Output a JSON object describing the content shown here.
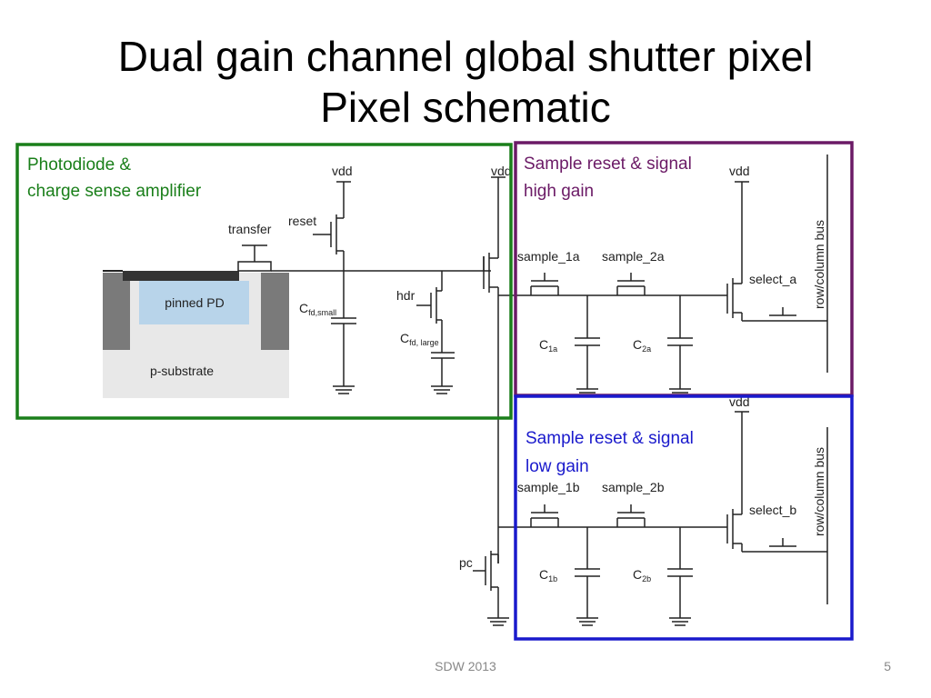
{
  "slide": {
    "title_line1": "Dual gain channel global shutter pixel",
    "title_line2": "Pixel schematic",
    "footer_center": "SDW 2013",
    "page_number": "5"
  },
  "sections": {
    "photodiode": {
      "line1": "Photodiode &",
      "line2": "charge sense amplifier",
      "color": "#1a7f1a"
    },
    "high_gain": {
      "line1": "Sample reset & signal",
      "line2": "high gain",
      "color": "#6b1a66"
    },
    "low_gain": {
      "line1": "Sample reset & signal",
      "line2": "low gain",
      "color": "#1a1acc"
    }
  },
  "labels": {
    "vdd_1": "vdd",
    "vdd_2": "vdd",
    "vdd_3": "vdd",
    "vdd_4": "vdd",
    "reset": "reset",
    "transfer": "transfer",
    "pinned_pd": "pinned PD",
    "p_substrate": "p-substrate",
    "hdr": "hdr",
    "c_small_main": "C",
    "c_small_sub": "fd,small",
    "c_large_main": "C",
    "c_large_sub": "fd, large",
    "sample_1a": "sample_1a",
    "sample_2a": "sample_2a",
    "select_a": "select_a",
    "c1a_main": "C",
    "c1a_sub": "1a",
    "c2a_main": "C",
    "c2a_sub": "2a",
    "row_bus_a": "row/column bus",
    "sample_1b": "sample_1b",
    "sample_2b": "sample_2b",
    "select_b": "select_b",
    "c1b_main": "C",
    "c1b_sub": "1b",
    "c2b_main": "C",
    "c2b_sub": "2b",
    "row_bus_b": "row/column bus",
    "pc": "pc"
  }
}
